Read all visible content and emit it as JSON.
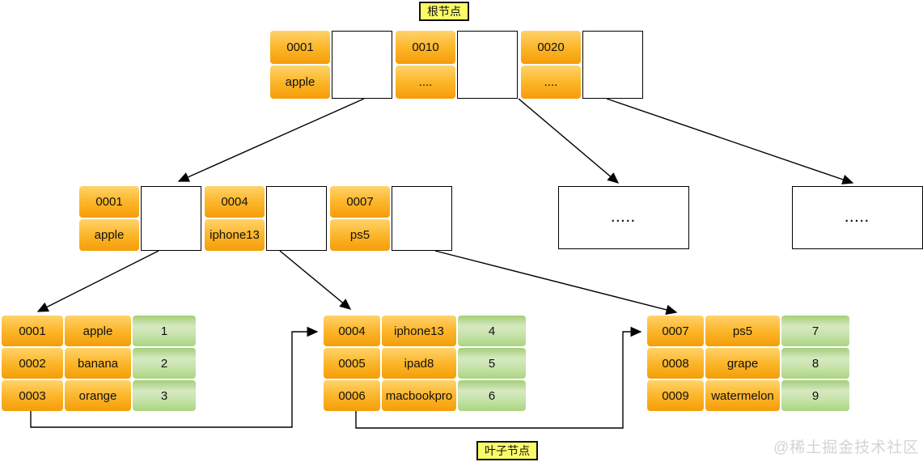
{
  "labels": {
    "root_label": "根节点",
    "leaf_label": "叶子节点"
  },
  "watermark": "@稀土掘金技术社区",
  "root_node": {
    "entries": [
      {
        "key": "0001",
        "value": "apple"
      },
      {
        "key": "0010",
        "value": "...."
      },
      {
        "key": "0020",
        "value": "...."
      }
    ]
  },
  "internal_node": {
    "entries": [
      {
        "key": "0001",
        "value": "apple"
      },
      {
        "key": "0004",
        "value": "iphone13"
      },
      {
        "key": "0007",
        "value": "ps5"
      }
    ]
  },
  "ellipsis_nodes": {
    "left": ".....",
    "right": "....."
  },
  "leaf_nodes": [
    {
      "rows": [
        [
          "0001",
          "apple",
          "1"
        ],
        [
          "0002",
          "banana",
          "2"
        ],
        [
          "0003",
          "orange",
          "3"
        ]
      ]
    },
    {
      "rows": [
        [
          "0004",
          "iphone13",
          "4"
        ],
        [
          "0005",
          "ipad8",
          "5"
        ],
        [
          "0006",
          "macbookpro",
          "6"
        ]
      ]
    },
    {
      "rows": [
        [
          "0007",
          "ps5",
          "7"
        ],
        [
          "0008",
          "grape",
          "8"
        ],
        [
          "0009",
          "watermelon",
          "9"
        ]
      ]
    }
  ],
  "colors": {
    "cell_orange": "#fbb427",
    "cell_green": "#b9dc92",
    "tag_yellow": "#fafa69",
    "watermark_gray": "#d4d4d4"
  }
}
